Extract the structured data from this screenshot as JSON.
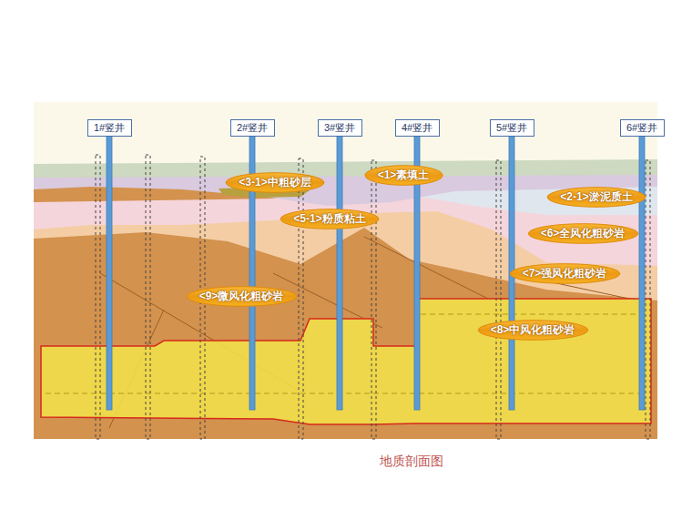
{
  "diagram": {
    "caption": "地质剖面图",
    "nodes": [
      {
        "text": [
          "1#竖井"
        ]
      },
      {
        "text": [
          "2#竖井"
        ]
      },
      {
        "text": [
          "3#竖井"
        ]
      },
      {
        "text": [
          "4#竖井"
        ]
      },
      {
        "text": [
          "5#竖井"
        ]
      },
      {
        "text": [
          "6#竖井"
        ]
      },
      {
        "text": [
          "<1>素填土"
        ]
      },
      {
        "text": [
          "<3-1>中粗砂层"
        ]
      },
      {
        "text": [
          "<2-1>淤泥质土"
        ]
      },
      {
        "text": [
          "<5-1>粉质粘土"
        ]
      },
      {
        "text": [
          "<6>全风化粗砂岩"
        ]
      },
      {
        "text": [
          "<7>强风化粗砂岩"
        ]
      },
      {
        "text": [
          "<9>微风化粗砂岩"
        ]
      },
      {
        "text": [
          "<8>中风化粗砂岩"
        ]
      }
    ]
  }
}
